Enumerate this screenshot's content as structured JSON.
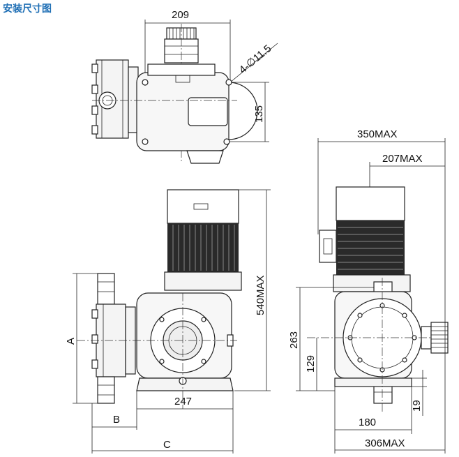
{
  "title": "安装尺寸图",
  "dimensions": {
    "top_width": "209",
    "holes": "4-∅11.5",
    "top_height": "135",
    "total_height": "540MAX",
    "front_width": "247",
    "label_a": "A",
    "label_b": "B",
    "label_c": "C",
    "side_total": "350MAX",
    "side_partial": "207MAX",
    "side_height": "263",
    "side_center": "129",
    "side_base": "19",
    "side_foot": "180",
    "side_width": "306MAX"
  },
  "colors": {
    "title": "#1f6fb5",
    "line": "#222222",
    "motor_fill": "#2a2a2a",
    "body_fill": "#f4f4f4"
  }
}
